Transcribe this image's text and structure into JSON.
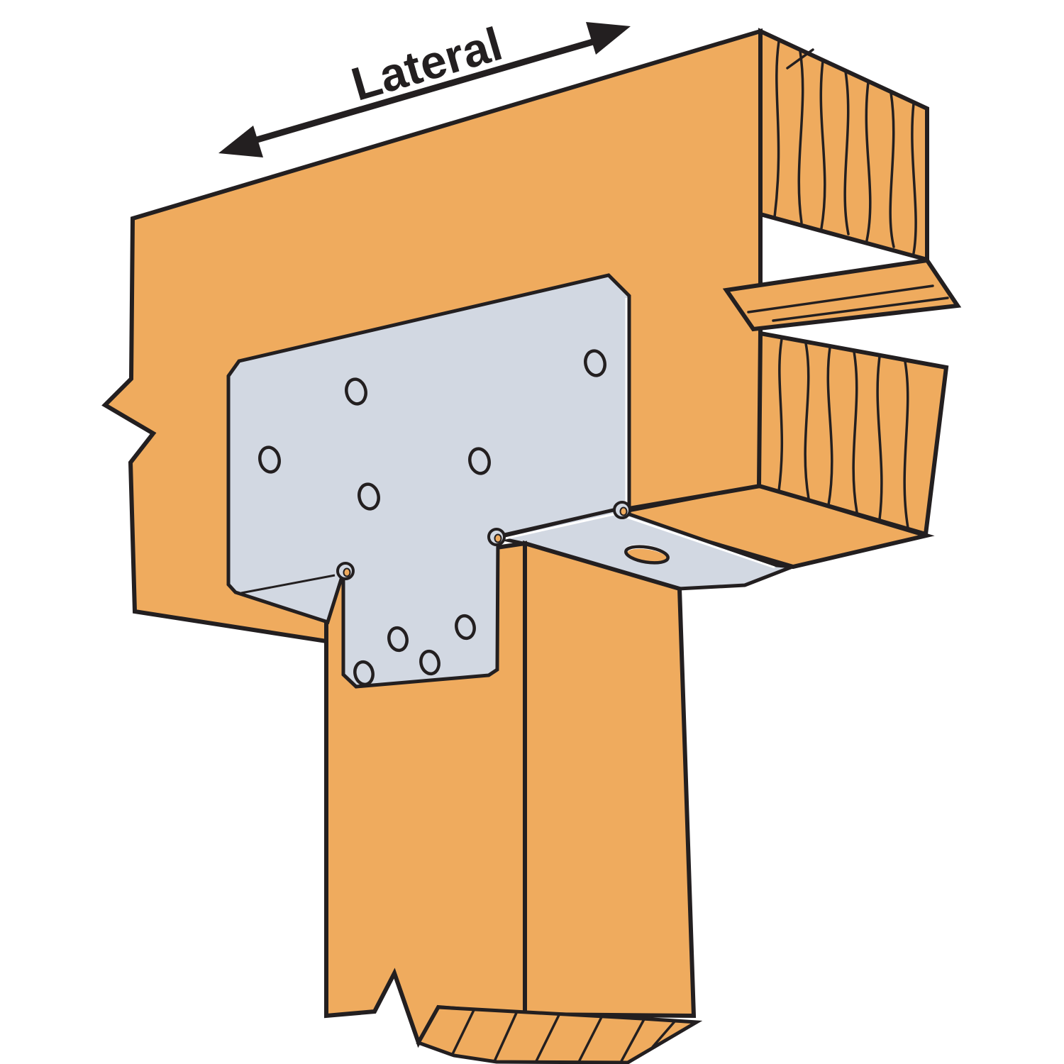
{
  "title": "Post cap connector installation diagram",
  "annotation": {
    "label": "Lateral",
    "arrow_type": "double-headed",
    "arrow_direction": "along beam axis"
  },
  "parts": {
    "beam": "horizontal wood beam with break lines and end grain",
    "post": "vertical wood post with bottom break line and end grain",
    "connector": "steel post cap plate with seat flange",
    "plate_nail_holes": 5,
    "tab_nail_holes": 4,
    "seat_bolt_holes": 1
  },
  "colors": {
    "wood": "#EFAB5E",
    "metal": "#D2D8E2",
    "outline": "#231F20",
    "background": "#FFFFFF",
    "highlight": "#FFFFFF"
  }
}
